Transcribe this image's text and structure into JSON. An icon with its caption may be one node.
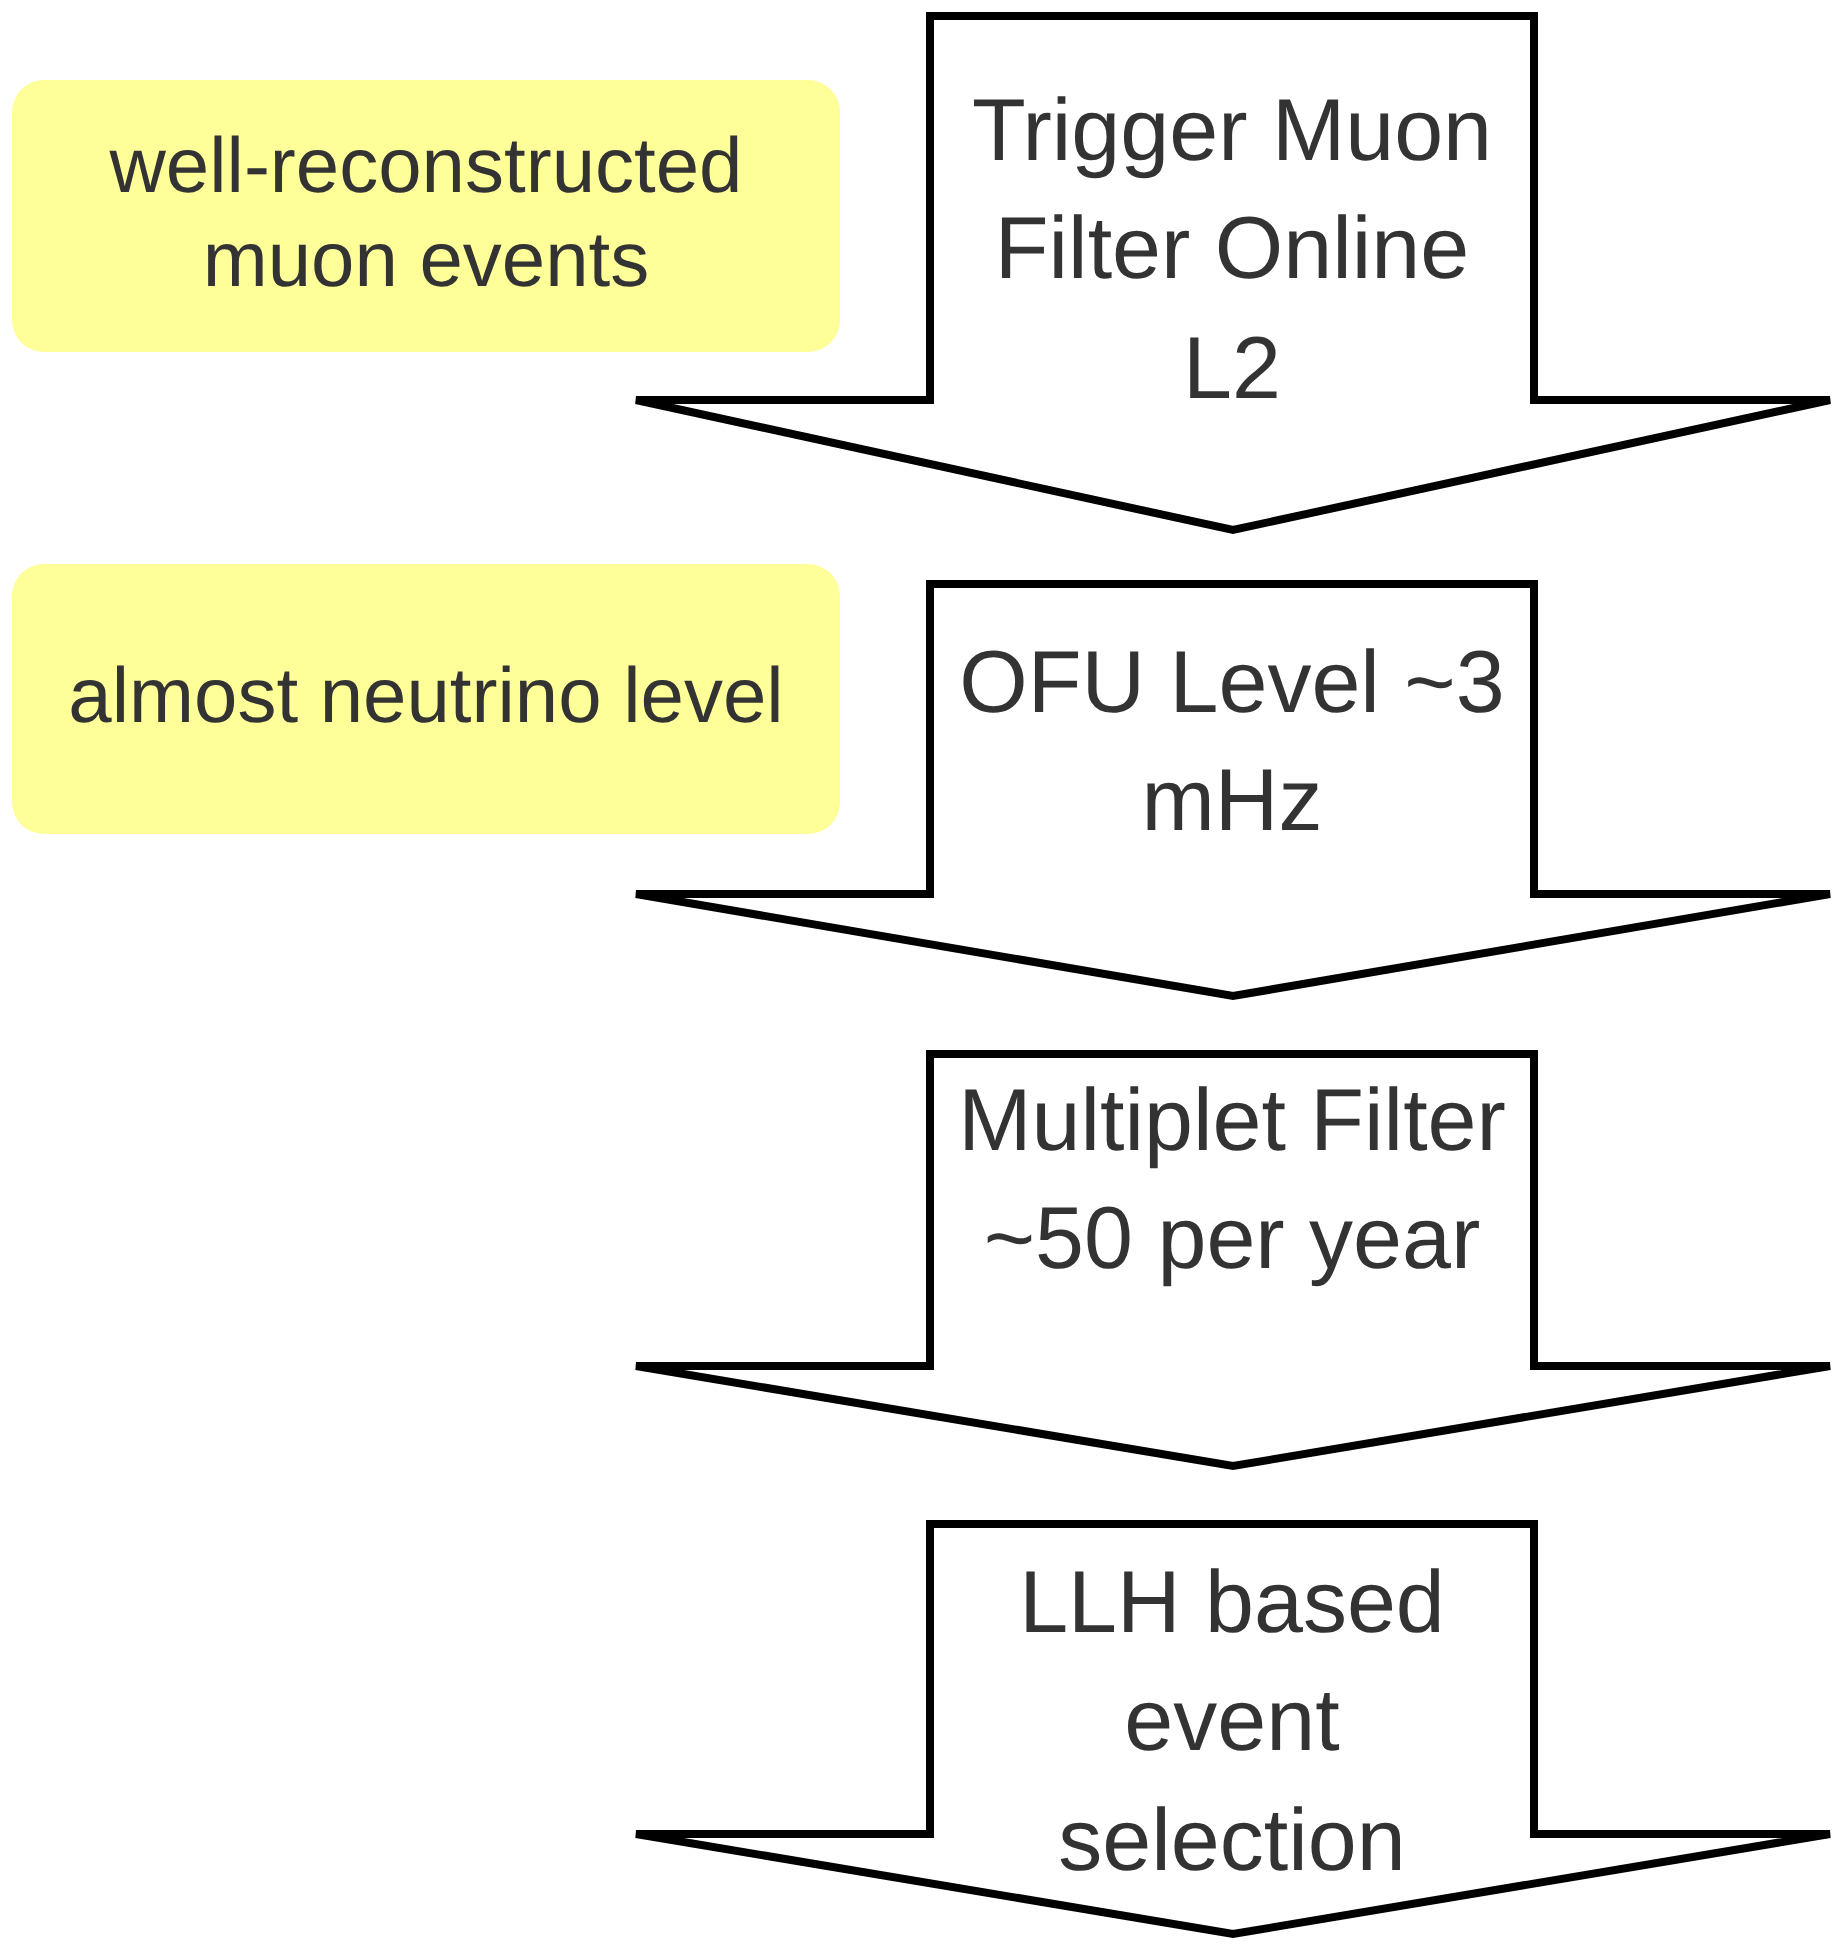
{
  "diagram": {
    "nodes": [
      {
        "text": [
          "well-reconstructed muon events"
        ]
      },
      {
        "text": [
          "Trigger Muon Filter Online L2"
        ]
      },
      {
        "text": [
          "almost neutrino level"
        ]
      },
      {
        "text": [
          "OFU Level ~3 mHz"
        ]
      },
      {
        "text": [
          "Multiplet Filter ~50 per year"
        ]
      },
      {
        "text": [
          "LLH based event selection"
        ]
      }
    ]
  }
}
